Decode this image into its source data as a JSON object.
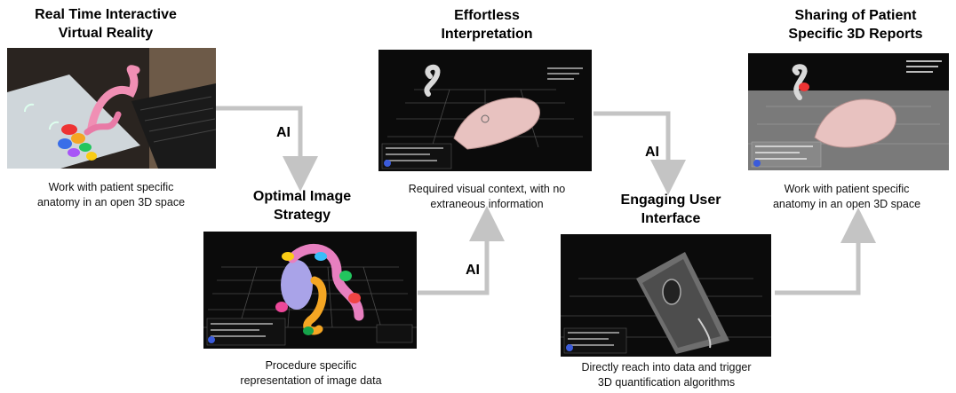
{
  "steps": [
    {
      "title": "Real Time Interactive\nVirtual Reality",
      "caption": "Work with patient specific\nanatomy in an open 3D space"
    },
    {
      "title": "Optimal Image\nStrategy",
      "caption": "Procedure specific\nrepresentation of image data"
    },
    {
      "title": "Effortless\nInterpretation",
      "caption": "Required visual context, with no\nextraneous information"
    },
    {
      "title": "Engaging User\nInterface",
      "caption": "Directly reach into data and trigger\n3D quantification algorithms"
    },
    {
      "title": "Sharing of Patient\nSpecific 3D Reports",
      "caption": "Work with patient specific\nanatomy in an open 3D space"
    }
  ],
  "ai_labels": [
    "AI",
    "AI",
    "AI"
  ],
  "colors": {
    "arrow": "#c4c4c4",
    "panel_bg": "#0b0b0b",
    "grid": "#4a4a4a",
    "tissue": "#e8c2c0"
  }
}
